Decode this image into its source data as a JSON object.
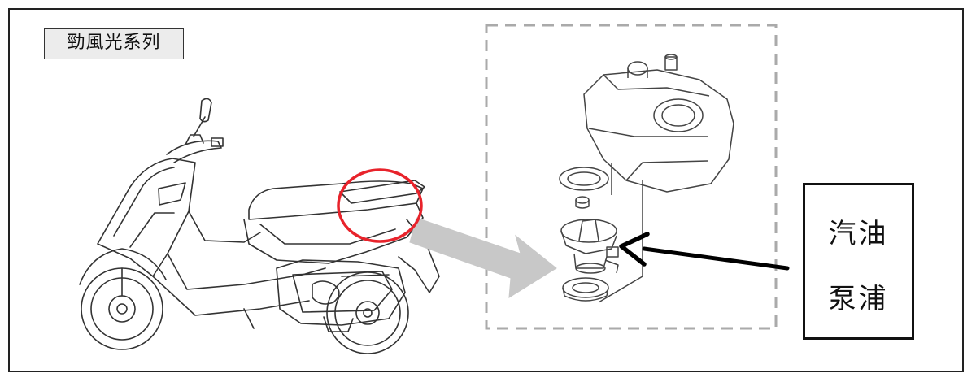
{
  "series_label": "勁風光系列",
  "callout": {
    "line1": "汽油",
    "line2": "泵浦"
  },
  "colors": {
    "highlight_circle": "#e8232b",
    "arrow_gray": "#c8c8c8",
    "pointer_arrow": "#000000",
    "dashed_border": "#aaaaaa",
    "line_art": "#333333"
  }
}
